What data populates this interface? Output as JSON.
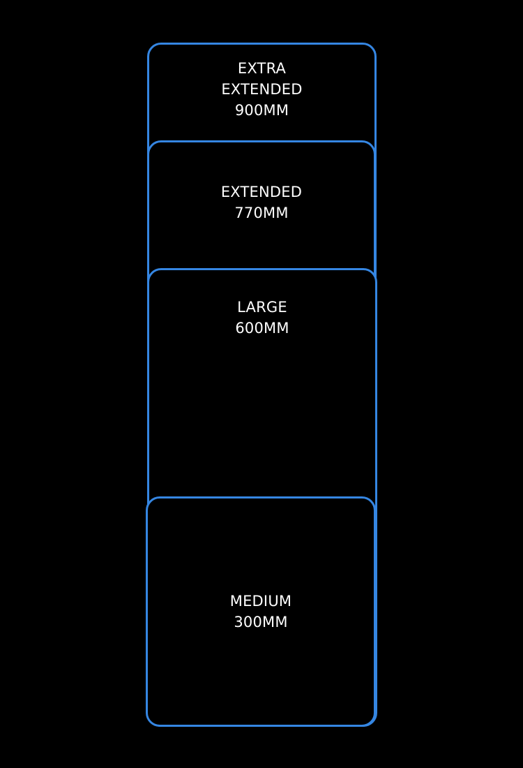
{
  "sizes": [
    {
      "name_lines": [
        "EXTRA",
        "EXTENDED"
      ],
      "length": "900MM"
    },
    {
      "name_lines": [
        "EXTENDED"
      ],
      "length": "770MM"
    },
    {
      "name_lines": [
        "LARGE"
      ],
      "length": "600MM"
    },
    {
      "name_lines": [
        "MEDIUM"
      ],
      "length": "300MM"
    }
  ],
  "colors": {
    "outline": "#3586e2",
    "background": "#000000",
    "text": "#ffffff"
  }
}
